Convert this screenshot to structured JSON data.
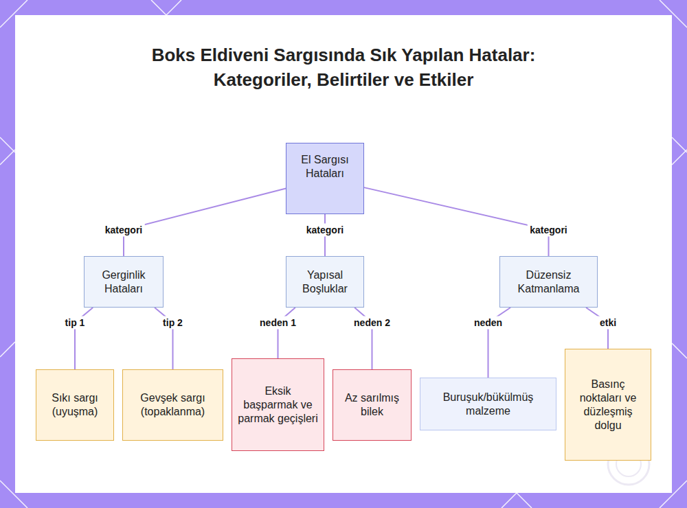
{
  "diagram": {
    "title": "Boks Eldiveni Sargısında Sık Yapılan Hatalar: Kategoriler, Belirtiler ve Etkiler",
    "nodes": [
      {
        "text": [
          "El Sargısı Hataları"
        ]
      },
      {
        "text": [
          "Gerginlik Hataları"
        ]
      },
      {
        "text": [
          "Yapısal Boşluklar"
        ]
      },
      {
        "text": [
          "Düzensiz Katmanlama"
        ]
      },
      {
        "text": [
          "Sıkı sargı (uyuşma)"
        ]
      },
      {
        "text": [
          "Gevşek sargı (topaklanma)"
        ]
      },
      {
        "text": [
          "Eksik başparmak ve parmak geçişleri"
        ]
      },
      {
        "text": [
          "Az sarılmış bilek"
        ]
      },
      {
        "text": [
          "Buruşuk/bükülmüş malzeme"
        ]
      },
      {
        "text": [
          "Basınç noktaları ve düzleşmiş dolgu"
        ]
      }
    ],
    "edges": [
      {
        "from": 0,
        "to": 1,
        "label": "kategori",
        "arrow": "none"
      },
      {
        "from": 0,
        "to": 2,
        "label": "kategori",
        "arrow": "none"
      },
      {
        "from": 0,
        "to": 3,
        "label": "kategori",
        "arrow": "none"
      },
      {
        "from": 1,
        "to": 4,
        "label": "tip 1",
        "arrow": "none"
      },
      {
        "from": 1,
        "to": 5,
        "label": "tip 2",
        "arrow": "none"
      },
      {
        "from": 2,
        "to": 6,
        "label": "neden 1",
        "arrow": "none"
      },
      {
        "from": 2,
        "to": 7,
        "label": "neden 2",
        "arrow": "none"
      },
      {
        "from": 3,
        "to": 8,
        "label": "neden",
        "arrow": "none"
      },
      {
        "from": 3,
        "to": 9,
        "label": "etki",
        "arrow": "none"
      }
    ]
  }
}
